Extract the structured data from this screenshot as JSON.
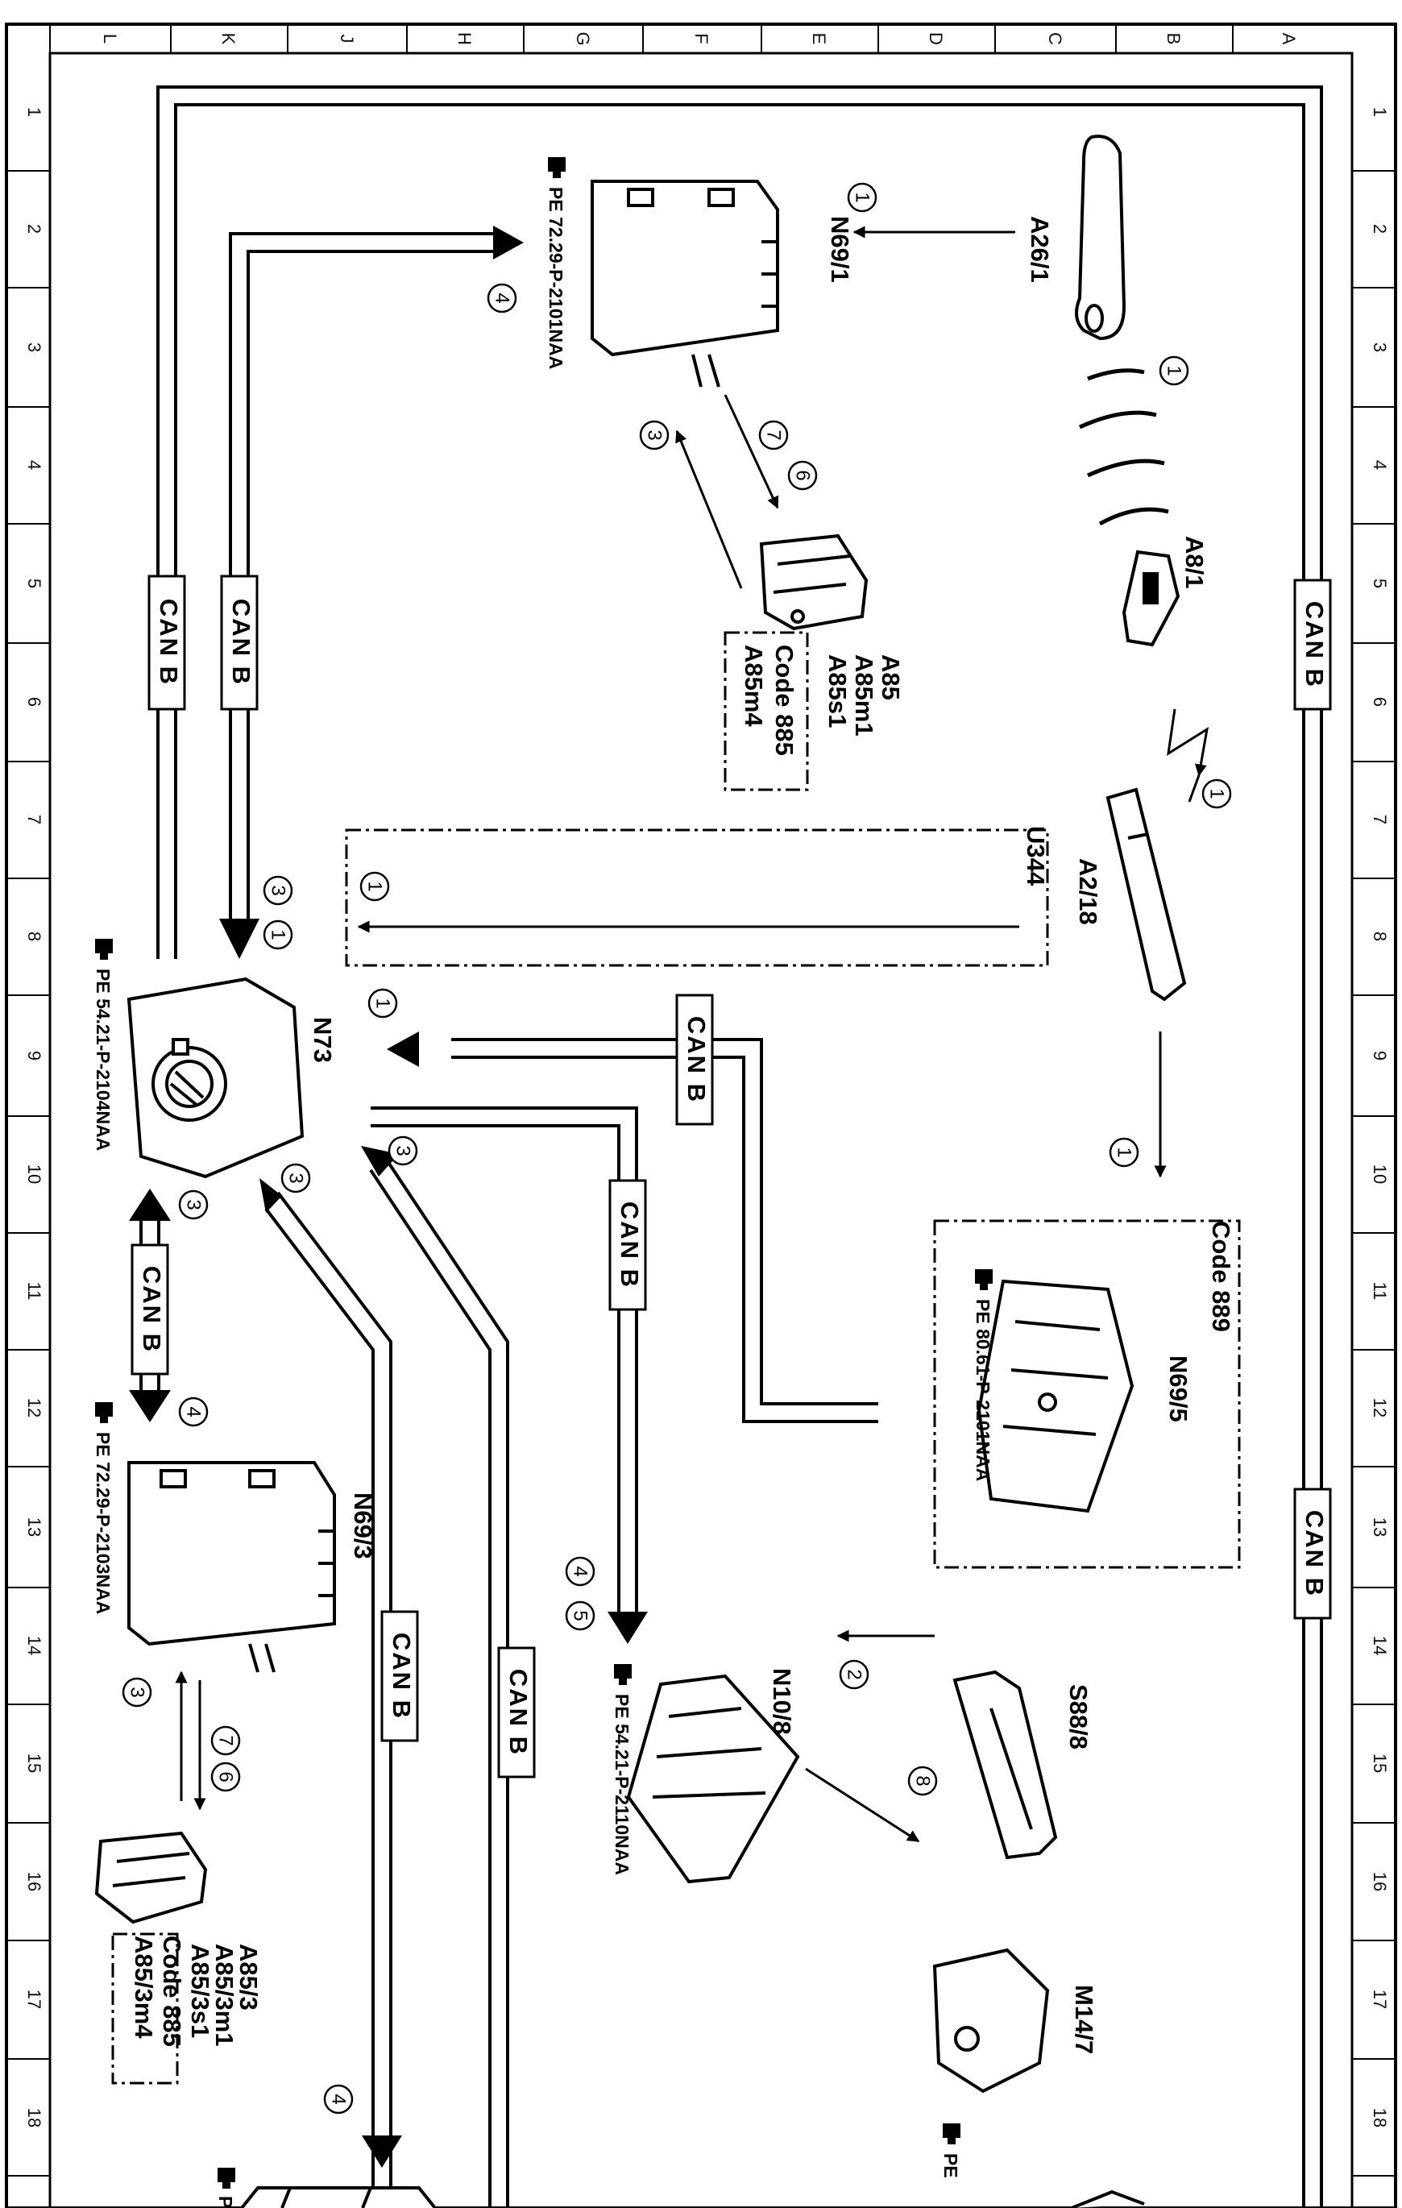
{
  "grid": {
    "columns": [
      "L",
      "K",
      "J",
      "H",
      "G",
      "F",
      "E",
      "D",
      "C",
      "B",
      "A"
    ],
    "rows": [
      "1",
      "2",
      "3",
      "4",
      "5",
      "6",
      "7",
      "8",
      "9",
      "10",
      "11",
      "12",
      "13",
      "14",
      "15",
      "16",
      "17",
      "18"
    ]
  },
  "components": {
    "a26_1": "A26/1",
    "n69_1": "N69/1",
    "a8_1": "A8/1",
    "a85_group": [
      "A85",
      "A85m1",
      "A85s1"
    ],
    "a85_code": "Code 885",
    "a85m4": "A85m4",
    "a2_18": "A2/18",
    "u344": "U344",
    "n73": "N73",
    "n69_5": "N69/5",
    "n69_5_code": "Code 889",
    "n69_3": "N69/3",
    "a85_3_group": [
      "A85/3",
      "A85/3m1",
      "A85/3s1"
    ],
    "a85_3_code": "Code 885",
    "a85_3m4": "A85/3m4",
    "n10_8": "N10/8",
    "s88_8": "S88/8",
    "m14_7": "M14/7"
  },
  "references": {
    "n69_1": "PE 72.29-P-2101NAA",
    "n73": "PE 54.21-P-2104NAA",
    "n69_3": "PE 72.29-P-2103NAA",
    "n69_5": "PE 80.61-P-2101NAA",
    "n10_8": "PE 54.21-P-2110NAA",
    "m14_7": "PE",
    "bottom_left": "P"
  },
  "bus_label": "CAN B",
  "signal_numbers": {
    "a26_to_n69_1": "1",
    "a8_waves": "1",
    "a8_to_a2_18": "1",
    "n69_1_in": "4",
    "n69_1_to_a85": "3",
    "a85_to_n69_1_a": "7",
    "a85_to_n69_1_b": "6",
    "u344_to_n73": "1",
    "n73_in_a": "3",
    "n73_in_b": "1",
    "n73_can_in": "1",
    "a2_18_down": "1",
    "n73_right_a": "3",
    "n73_right_b": "3",
    "n73_to_n69_3_a": "3",
    "n73_to_n69_3_b": "4",
    "n10_8_in_a": "4",
    "n10_8_in_b": "5",
    "s88_to_n10_8": "2",
    "n10_8_to_m14_7": "8",
    "n69_3_to_a85_3": "3",
    "a85_3_to_n69_3_a": "7",
    "a85_3_to_n69_3_b": "6",
    "bottom_left": "4"
  },
  "colors": {
    "line": "#000000",
    "frame": "#000000",
    "background": "#ffffff",
    "bus_fill": "#ffffff"
  },
  "icons": [
    "hand-pointer-icon",
    "door-handle-icon",
    "key-fob-icon",
    "antenna-icon",
    "lock-actuator-icon",
    "control-unit-icon",
    "switch-icon",
    "motor-icon"
  ]
}
